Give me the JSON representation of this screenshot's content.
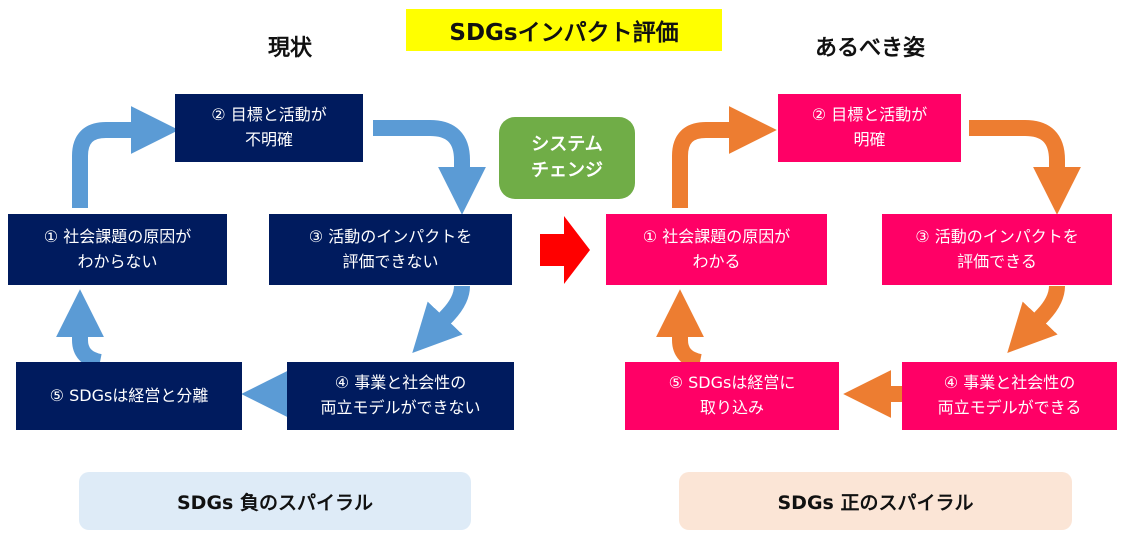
{
  "title": "SDGsインパクト評価",
  "current": {
    "heading": "現状",
    "boxes": {
      "b1": "① 社会課題の原因が\nわからない",
      "b2": "② 目標と活動が\n不明確",
      "b3": "③ 活動のインパクトを\n評価できない",
      "b4": "④ 事業と社会性の\n両立モデルができない",
      "b5": "⑤ SDGsは経営と分離"
    },
    "footer": "SDGs 負のスパイラル"
  },
  "change": {
    "label": "システム\nチェンジ"
  },
  "ideal": {
    "heading": "あるべき姿",
    "boxes": {
      "b1": "① 社会課題の原因が\nわかる",
      "b2": "② 目標と活動が\n明確",
      "b3": "③ 活動のインパクトを\n評価できる",
      "b4": "④ 事業と社会性の\n両立モデルができる",
      "b5": "⑤ SDGsは経営に\n取り込み"
    },
    "footer": "SDGs 正のスパイラル"
  },
  "colors": {
    "navy": "#001b5e",
    "pink": "#ff0066",
    "blue_arrow": "#5b9bd5",
    "orange_arrow": "#ed7d31",
    "red_arrow": "#ff0000",
    "green": "#70ad47",
    "highlight": "#ffff00",
    "footer_blue": "#deebf7",
    "footer_peach": "#fbe5d6"
  }
}
